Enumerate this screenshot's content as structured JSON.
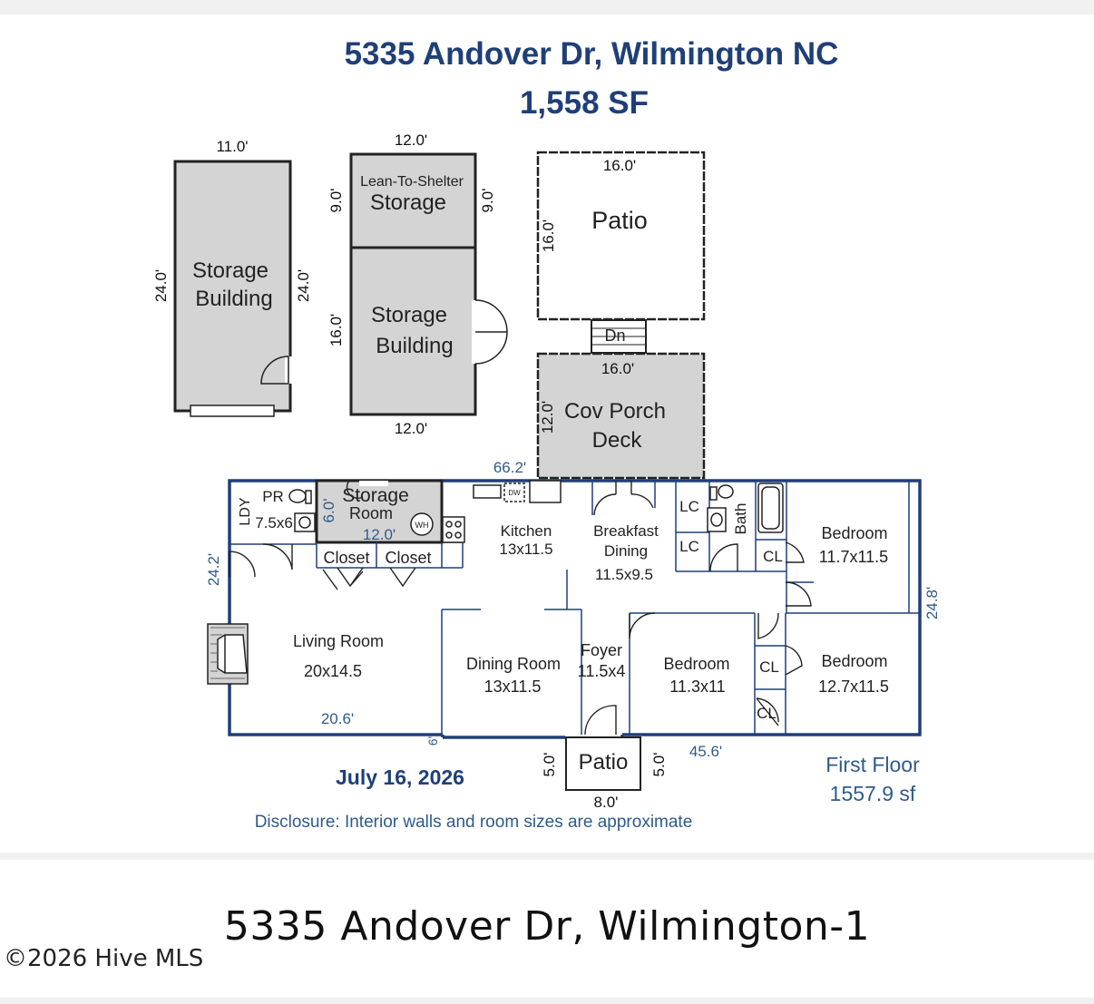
{
  "header": {
    "title": "5335 Andover Dr, Wilmington NC",
    "total_sf": "1,558 SF"
  },
  "structures": {
    "storage_building_left": {
      "label_line1": "Storage",
      "label_line2": "Building",
      "dim_top": "11.0'",
      "dim_left": "24.0'",
      "dim_right": "24.0'"
    },
    "lean_to": {
      "label_line1": "Lean-To-Shelter",
      "label_line2": "Storage",
      "dim_top": "12.0'",
      "dim_left": "9.0'",
      "dim_right": "9.0'"
    },
    "storage_building_mid": {
      "label_line1": "Storage",
      "label_line2": "Building",
      "dim_left": "16.0'",
      "dim_bottom": "12.0'"
    },
    "patio_top": {
      "label": "Patio",
      "dim_top": "16.0'",
      "dim_left": "16.0'"
    },
    "stairs": {
      "label": "Dn"
    },
    "porch": {
      "label_line1": "Cov Porch",
      "label_line2": "Deck",
      "dim_top": "16.0'",
      "dim_left": "12.0'"
    }
  },
  "house": {
    "dim_top": "66.2'",
    "dim_left": "24.2'",
    "dim_right": "24.8'",
    "dim_bottom_left": "20.6'",
    "dim_bottom_right": "45.6'",
    "dim_small": "6'",
    "rooms": {
      "ldy": "LDY",
      "pr": {
        "name": "PR",
        "size": "7.5x6"
      },
      "storage_room": {
        "line1": "Storage",
        "line2": "Room",
        "dim_v": "6.0'",
        "dim_h": "12.0'"
      },
      "wh": "WH",
      "dw": "DW",
      "closet1": "Closet",
      "closet2": "Closet",
      "kitchen": {
        "name": "Kitchen",
        "size": "13x11.5"
      },
      "breakfast": {
        "line1": "Breakfast",
        "line2": "Dining",
        "size": "11.5x9.5"
      },
      "lc1": "LC",
      "lc2": "LC",
      "bath": "Bath",
      "cl_top": "CL",
      "bedroom1": {
        "name": "Bedroom",
        "size": "11.7x11.5"
      },
      "living": {
        "name": "Living Room",
        "size": "20x14.5"
      },
      "dining": {
        "name": "Dining Room",
        "size": "13x11.5"
      },
      "foyer": {
        "name": "Foyer",
        "size": "11.5x4"
      },
      "bedroom2": {
        "name": "Bedroom",
        "size": "11.3x11"
      },
      "cl_mid": "CL",
      "cl_bottom": "CL",
      "bedroom3": {
        "name": "Bedroom",
        "size": "12.7x11.5"
      }
    }
  },
  "front_patio": {
    "label": "Patio",
    "dim_left": "5.0'",
    "dim_right": "5.0'",
    "dim_bottom": "8.0'"
  },
  "footer": {
    "date": "July 16, 2026",
    "floor_label": "First Floor",
    "floor_sf": "1557.9 sf",
    "disclosure": "Disclosure: Interior walls and room sizes are approximate"
  },
  "caption": "5335 Andover Dr, Wilmington-1",
  "copyright": "©2026 Hive MLS",
  "colors": {
    "title_blue": "#1f3f78",
    "wall_blue": "#1f3f78",
    "dim_blue": "#2f5b8a",
    "fill_gray": "#d4d4d4"
  }
}
